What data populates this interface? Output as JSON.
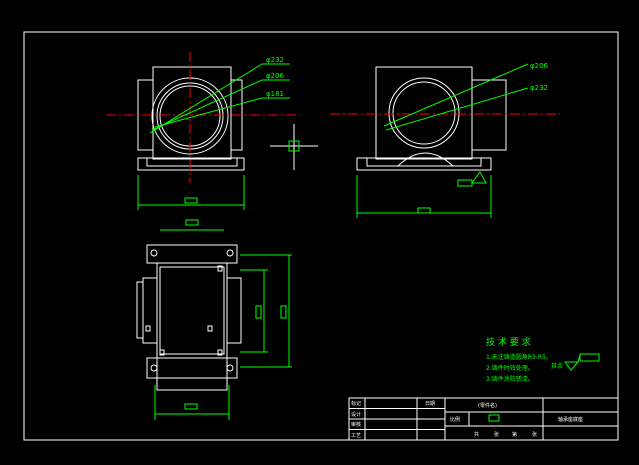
{
  "colors": {
    "background": "#000000",
    "outline": "#ffffff",
    "dimension": "#00ff00",
    "centerline": "#ff0000",
    "tech_text": "#00ff00"
  },
  "front_view": {
    "dia_outer": "φ232",
    "dia_mid": "φ206",
    "dia_inner": "φ181"
  },
  "side_view": {
    "dia_outer": "φ232",
    "dia_mid": "φ206"
  },
  "tech_requirements": {
    "title": "技 术 要 求",
    "lines": [
      "1.未注铸造圆角R3-R5。",
      "2.铸件时效处理。",
      "3.铸件涂防锈漆。"
    ],
    "roughness_label": "其余"
  },
  "title_block": {
    "rows": [
      "标记",
      "设计",
      "审核",
      "工艺"
    ],
    "col_label": "日期",
    "part_name": "(零件名)",
    "scale_label": "比例",
    "drawing_name": "轴承座底座",
    "sheet_labels": [
      "共",
      "张",
      "第",
      "张"
    ]
  }
}
